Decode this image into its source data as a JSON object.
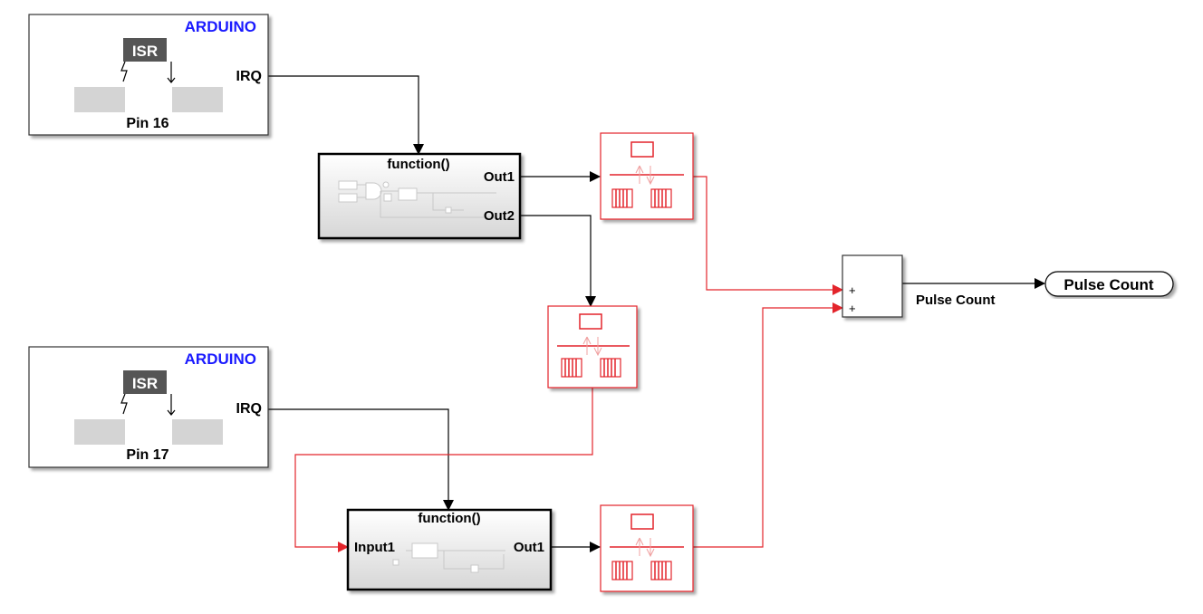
{
  "interrupt_blocks": [
    {
      "vendor": "ARDUINO",
      "isr": "ISR",
      "port": "IRQ",
      "pin": "Pin 16"
    },
    {
      "vendor": "ARDUINO",
      "isr": "ISR",
      "port": "IRQ",
      "pin": "Pin 17"
    }
  ],
  "subsystems": [
    {
      "title": "function()",
      "outputs": [
        "Out1",
        "Out2"
      ],
      "inputs": []
    },
    {
      "title": "function()",
      "outputs": [
        "Out1"
      ],
      "inputs": [
        "Input1"
      ]
    }
  ],
  "sum": {
    "signs": [
      "+",
      "+"
    ]
  },
  "signal": {
    "label": "Pulse Count"
  },
  "outport": {
    "label": "Pulse Count"
  },
  "colors": {
    "rate_transition": "#e3242b",
    "line": "#000000",
    "vendor_text": "#1a1aff"
  }
}
